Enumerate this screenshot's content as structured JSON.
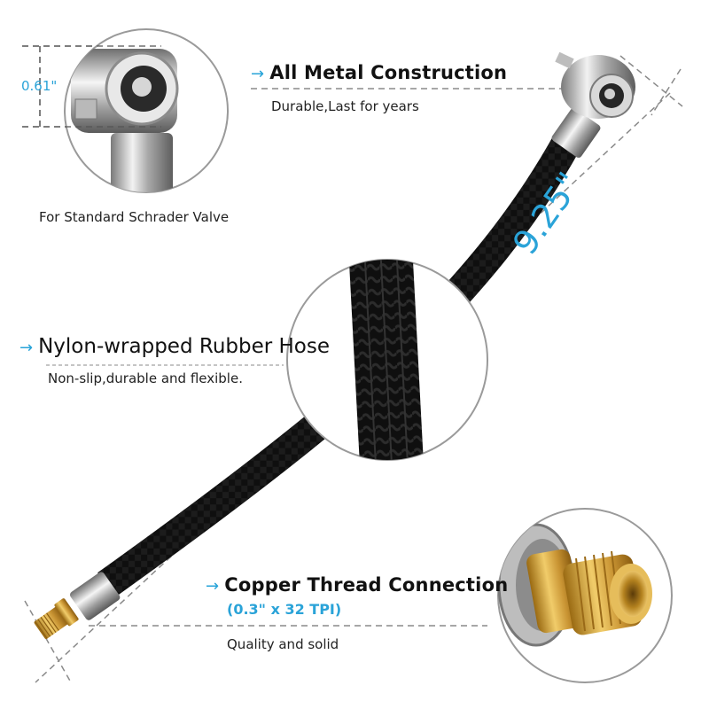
{
  "colors": {
    "accent": "#27a3d8",
    "text": "#111111",
    "hose": "#151515",
    "chrome": "#c9c9c9",
    "brass": "#d4a63a",
    "circle_border": "#9a9a9a",
    "dash": "#8a8a8a"
  },
  "callouts": {
    "valve_head": {
      "dimension": "0.61\"",
      "caption": "For Standard Schrader Valve"
    },
    "metal": {
      "arrow_icon": "→",
      "title": "All Metal Construction",
      "subtitle": "Durable,Last for years"
    },
    "length": {
      "dimension": "9.25\""
    },
    "hose": {
      "arrow_icon": "→",
      "title": "Nylon-wrapped Rubber Hose",
      "subtitle": "Non-slip,durable and flexible."
    },
    "thread": {
      "arrow_icon": "→",
      "title": "Copper Thread Connection",
      "spec": "(0.3\" x 32 TPI)",
      "subtitle": "Quality and solid"
    }
  }
}
